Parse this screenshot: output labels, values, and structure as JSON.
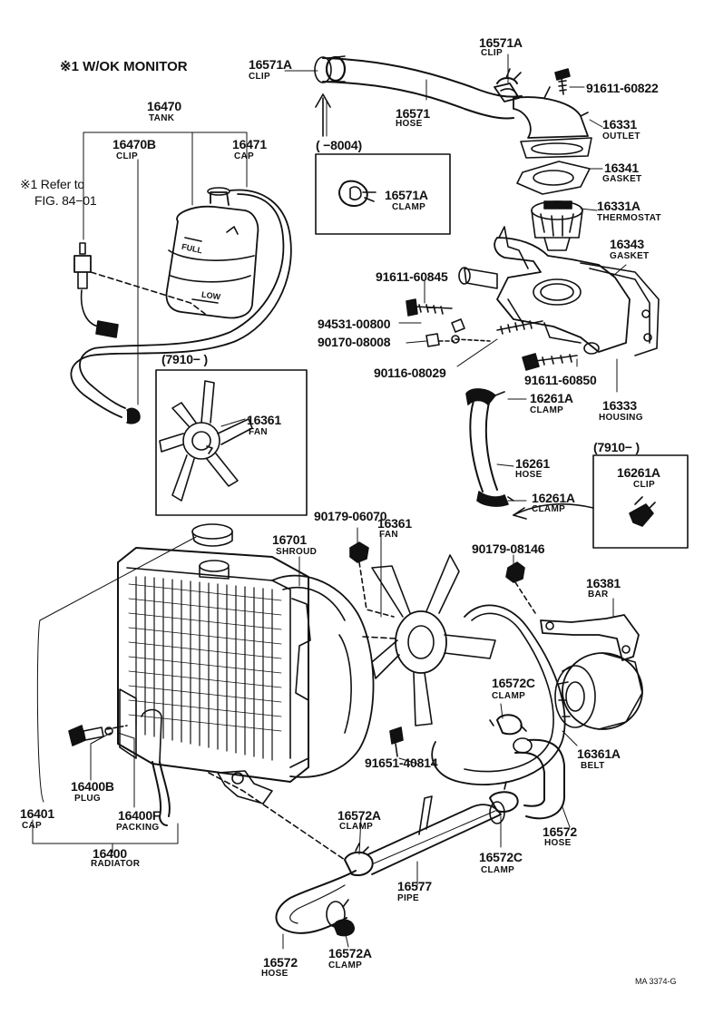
{
  "header": {
    "monitor_note": "※1 W/OK MONITOR",
    "refer_note_line1": "※1 Refer to",
    "refer_note_line2": "FIG. 84−01"
  },
  "callouts": {
    "clip_16571a_left": {
      "num": "16571A",
      "name": "CLIP"
    },
    "clip_16571a_right": {
      "num": "16571A",
      "name": "CLIP"
    },
    "hose_16571": {
      "num": "16571",
      "name": "HOSE"
    },
    "bolt_91611_60822": {
      "num": "91611-60822"
    },
    "outlet_16331": {
      "num": "16331",
      "name": "OUTLET"
    },
    "gasket_16341": {
      "num": "16341",
      "name": "GASKET"
    },
    "thermostat_16331a": {
      "num": "16331A",
      "name": "THERMOSTAT"
    },
    "gasket_16343": {
      "num": "16343",
      "name": "GASKET"
    },
    "bolt_91611_60845": {
      "num": "91611-60845"
    },
    "bolt_94531_00800": {
      "num": "94531-00800"
    },
    "nut_90170_08008": {
      "num": "90170-08008"
    },
    "stud_90116_08029": {
      "num": "90116-08029"
    },
    "bolt_91611_60850": {
      "num": "91611-60850"
    },
    "housing_16333": {
      "num": "16333",
      "name": "HOUSING"
    },
    "clamp_16261a_top": {
      "num": "16261A",
      "name": "CLAMP"
    },
    "hose_16261": {
      "num": "16261",
      "name": "HOSE"
    },
    "clamp_16261a_bottom": {
      "num": "16261A",
      "name": "CLAMP"
    },
    "tank_16470": {
      "num": "16470",
      "name": "TANK"
    },
    "clip_16470b": {
      "num": "16470B",
      "name": "CLIP"
    },
    "cap_16471": {
      "num": "16471",
      "name": "CAP"
    },
    "fan_16361_small": {
      "num": "16361",
      "name": "FAN"
    },
    "bolt_90179_06070": {
      "num": "90179-06070"
    },
    "fan_16361": {
      "num": "16361",
      "name": "FAN"
    },
    "shroud_16701": {
      "num": "16701",
      "name": "SHROUD"
    },
    "nut_90179_08146": {
      "num": "90179-08146"
    },
    "bar_16381": {
      "num": "16381",
      "name": "BAR"
    },
    "clamp_16572c_top": {
      "num": "16572C",
      "name": "CLAMP"
    },
    "belt_16361a": {
      "num": "16361A",
      "name": "BELT"
    },
    "bolt_91651_40814": {
      "num": "91651-40814"
    },
    "hose_16572_right": {
      "num": "16572",
      "name": "HOSE"
    },
    "clamp_16572c_bottom": {
      "num": "16572C",
      "name": "CLAMP"
    },
    "clamp_16572a_top": {
      "num": "16572A",
      "name": "CLAMP"
    },
    "pipe_16577": {
      "num": "16577",
      "name": "PIPE"
    },
    "hose_16572_bottom": {
      "num": "16572",
      "name": "HOSE"
    },
    "clamp_16572a_bottom": {
      "num": "16572A",
      "name": "CLAMP"
    },
    "plug_16400b": {
      "num": "16400B",
      "name": "PLUG"
    },
    "packing_16400f": {
      "num": "16400F",
      "name": "PACKING"
    },
    "cap_16401": {
      "num": "16401",
      "name": "CAP"
    },
    "radiator_16400": {
      "num": "16400",
      "name": "RADIATOR"
    }
  },
  "insets": {
    "clamp_box": {
      "range": "(        −8004)",
      "num": "16571A",
      "name": "CLAMP"
    },
    "fan_box": {
      "range": "(7910−            )"
    },
    "clip_box": {
      "range": "(7910−            )",
      "num": "16261A",
      "name": "CLIP"
    }
  },
  "tank_marks": {
    "full": "FULL",
    "low": "LOW"
  },
  "figure_code": "MA 3374-G"
}
